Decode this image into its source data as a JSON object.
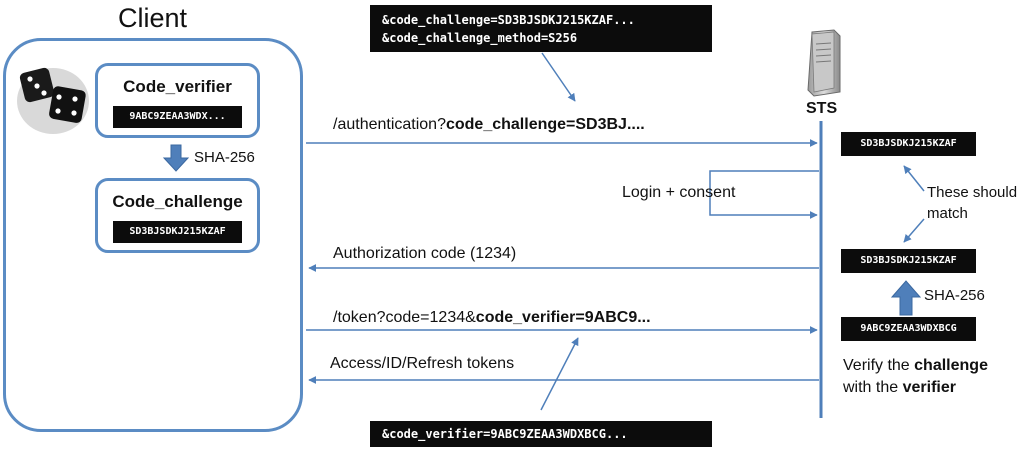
{
  "client": {
    "title": "Client",
    "verifier_box": {
      "label": "Code_verifier",
      "value": "9ABC9ZEAA3WDX..."
    },
    "hash_label": "SHA-256",
    "challenge_box": {
      "label": "Code_challenge",
      "value": "SD3BJSDKJ215KZAF"
    }
  },
  "sts": {
    "label": "STS"
  },
  "code_snippets": {
    "top_line1": "&code_challenge=SD3BJSDKJ215KZAF...",
    "top_line2": "&code_challenge_method=S256",
    "bottom": "&code_verifier=9ABC9ZEAA3WDXBCG..."
  },
  "messages": {
    "auth_request_prefix": "/authentication?",
    "auth_request_bold": "code_challenge=SD3BJ....",
    "login_consent": "Login + consent",
    "authorization_code": "Authorization code (1234)",
    "token_request_prefix": "/token?code=1234&",
    "token_request_bold": "code_verifier=9ABC9...",
    "tokens_response": "Access/ID/Refresh tokens"
  },
  "server_side": {
    "stored_challenge": "SD3BJSDKJ215KZAF",
    "computed_challenge": "SD3BJSDKJ215KZAF",
    "received_verifier": "9ABC9ZEAA3WDXBCG",
    "hash_label": "SHA-256",
    "match_note_line1": "These should",
    "match_note_line2": "match",
    "verify_text": {
      "p1": "Verify the ",
      "b1": "challenge",
      "p2": "with the ",
      "b2": "verifier"
    }
  }
}
